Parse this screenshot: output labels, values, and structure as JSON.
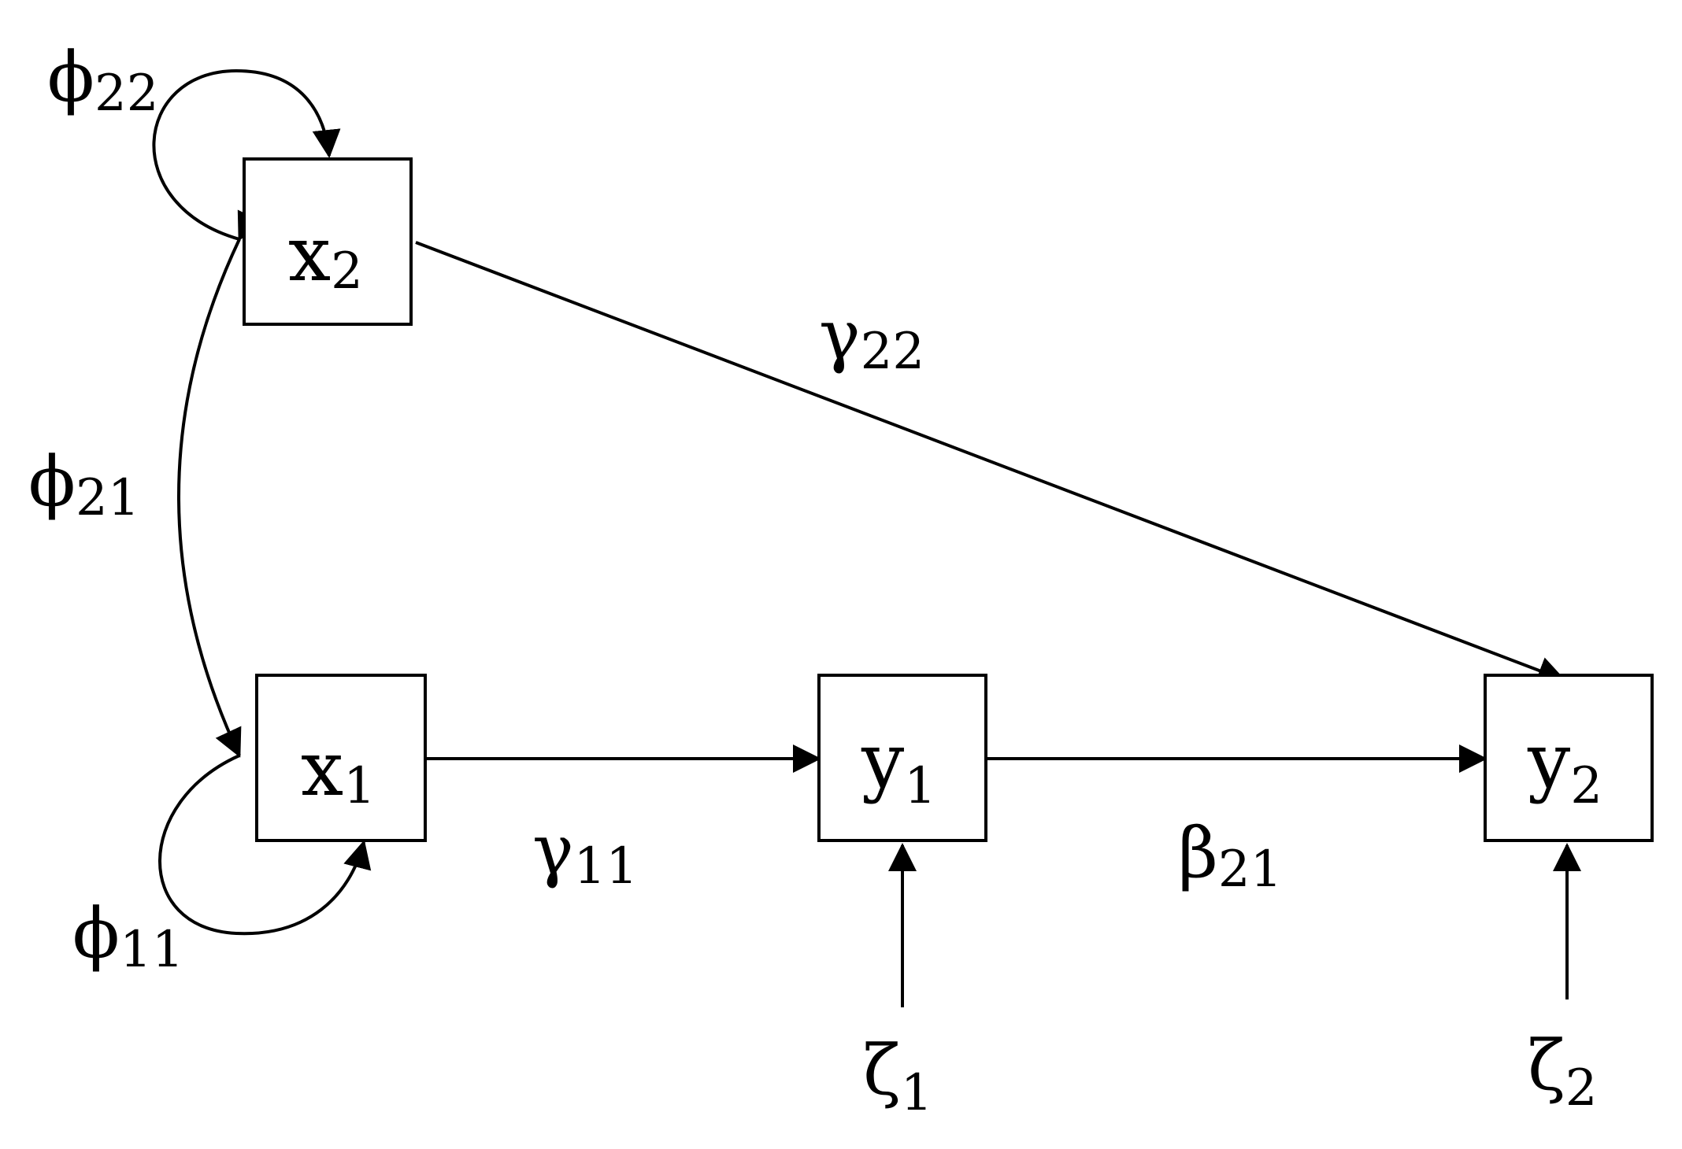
{
  "nodes": {
    "x2": {
      "symbol": "x",
      "sub": "2"
    },
    "x1": {
      "symbol": "x",
      "sub": "1"
    },
    "y1": {
      "symbol": "y",
      "sub": "1"
    },
    "y2": {
      "symbol": "y",
      "sub": "2"
    }
  },
  "params": {
    "phi22": {
      "symbol": "ϕ",
      "sub": "22"
    },
    "phi21": {
      "symbol": "ϕ",
      "sub": "21"
    },
    "phi11": {
      "symbol": "ϕ",
      "sub": "11"
    },
    "gamma22": {
      "symbol": "γ",
      "sub": "22"
    },
    "gamma11": {
      "symbol": "γ",
      "sub": "11"
    },
    "beta21": {
      "symbol": "β",
      "sub": "21"
    },
    "zeta1": {
      "symbol": "ζ",
      "sub": "1"
    },
    "zeta2": {
      "symbol": "ζ",
      "sub": "2"
    }
  }
}
